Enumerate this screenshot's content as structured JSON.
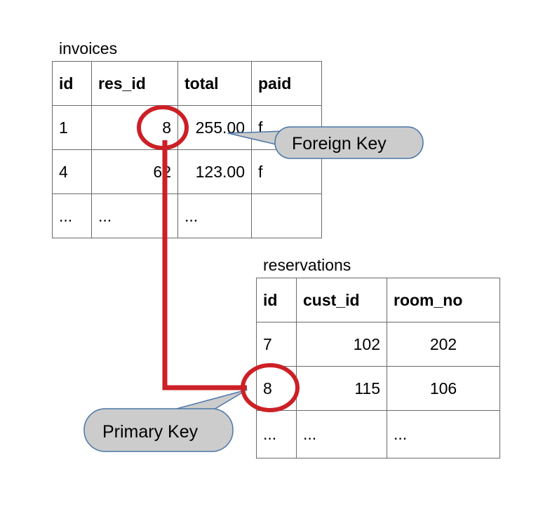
{
  "diagram": {
    "title_invoices": "invoices",
    "title_reservations": "reservations"
  },
  "colors": {
    "key_highlight": "#cc2026",
    "callout_fill": "#cccccc",
    "callout_stroke": "#4a76a8",
    "table_border": "#6a6a6a",
    "text": "#000000",
    "background": "#ffffff"
  },
  "invoices": {
    "caption": "invoices",
    "columns": [
      "id",
      "res_id",
      "total",
      "paid"
    ],
    "rows": [
      {
        "id": "1",
        "res_id": "8",
        "total": "255.00",
        "paid": "f"
      },
      {
        "id": "4",
        "res_id": "62",
        "total": "123.00",
        "paid": "f"
      },
      {
        "id": "...",
        "res_id": "...",
        "total": "...",
        "paid": ""
      }
    ]
  },
  "reservations": {
    "caption": "reservations",
    "columns": [
      "id",
      "cust_id",
      "room_no"
    ],
    "rows": [
      {
        "id": "7",
        "cust_id": "102",
        "room_no": "202"
      },
      {
        "id": "8",
        "cust_id": "115",
        "room_no": "106"
      },
      {
        "id": "...",
        "cust_id": "...",
        "room_no": "..."
      }
    ]
  },
  "annotations": {
    "foreign_key": {
      "label": "Foreign Key",
      "highlighted_value": "8",
      "highlighted_column": "res_id",
      "highlighted_table": "invoices"
    },
    "primary_key": {
      "label": "Primary Key",
      "highlighted_value": "8",
      "highlighted_column": "id",
      "highlighted_table": "reservations"
    },
    "relationship": "invoices.res_id references reservations.id"
  }
}
